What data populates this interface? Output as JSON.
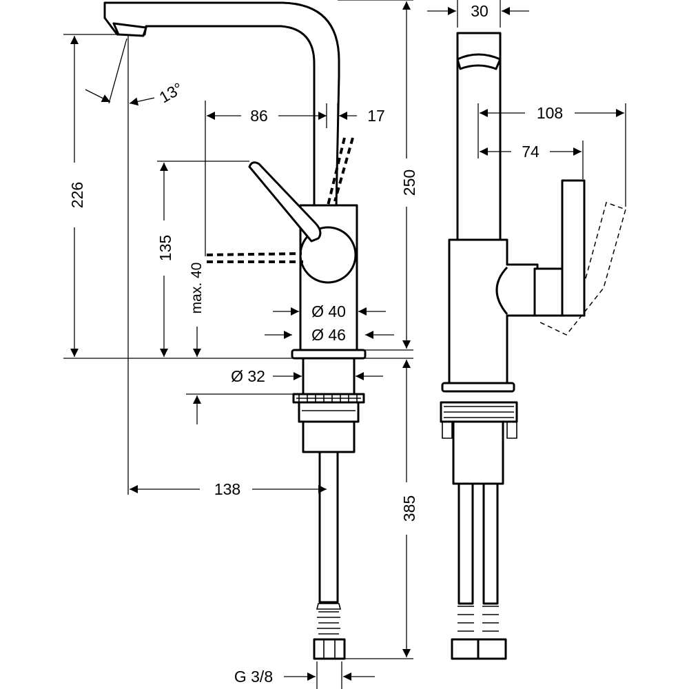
{
  "drawing": {
    "dimensions": {
      "angle": "13°",
      "spout_height": "226",
      "lever_height": "135",
      "max_thickness": "max. 40",
      "reach_lever": "86",
      "lever_offset": "17",
      "total_height": "250",
      "dia_40": "Ø 40",
      "dia_46": "Ø 46",
      "dia_32": "Ø 32",
      "projection": "138",
      "hose_length": "385",
      "connection": "G 3/8",
      "width_side": "30",
      "depth_108": "108",
      "depth_74": "74"
    }
  }
}
